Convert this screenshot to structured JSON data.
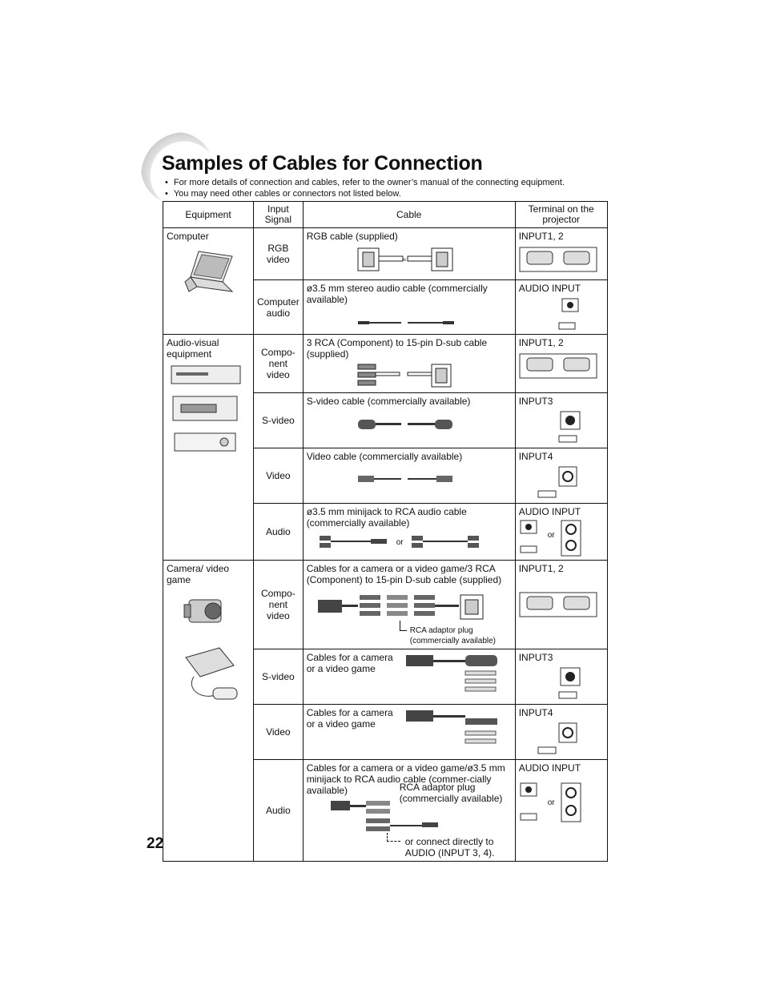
{
  "page": {
    "title": "Samples of Cables for Connection",
    "bullets": [
      "For more details of connection and cables, refer to the owner’s manual of the connecting equipment.",
      "You may need other cables or connectors not listed below."
    ],
    "page_number": "22"
  },
  "table": {
    "headers": {
      "equipment": "Equipment",
      "input_signal": "Input Signal",
      "cable": "Cable",
      "terminal": "Terminal on the projector"
    },
    "equipment": {
      "computer": "Computer",
      "av": "Audio-visual equipment",
      "camera": "Camera/ video game"
    },
    "rows": {
      "rgb": {
        "signal": "RGB video",
        "cable": "RGB cable (supplied)",
        "terminal": "INPUT1, 2"
      },
      "comp_audio": {
        "signal": "Computer audio",
        "cable": "ø3.5 mm stereo audio cable (commercially available)",
        "terminal": "AUDIO INPUT"
      },
      "av_comp": {
        "signal": "Compo-nent video",
        "cable": "3 RCA (Component) to 15-pin D-sub cable (supplied)",
        "terminal": "INPUT1, 2"
      },
      "av_svideo": {
        "signal": "S-video",
        "cable": "S-video cable (commercially available)",
        "terminal": "INPUT3"
      },
      "av_video": {
        "signal": "Video",
        "cable": "Video cable (commercially available)",
        "terminal": "INPUT4"
      },
      "av_audio": {
        "signal": "Audio",
        "cable": "ø3.5 mm minijack to RCA audio cable (commercially available)",
        "terminal": "AUDIO INPUT",
        "or": "or",
        "terminal_or": "or"
      },
      "cam_comp": {
        "signal": "Compo-nent video",
        "cable": "Cables for a camera or a video game/3 RCA (Component) to 15-pin D-sub cable (supplied)",
        "terminal": "INPUT1, 2",
        "adaptor": "RCA adaptor plug (commercially available)"
      },
      "cam_svideo": {
        "signal": "S-video",
        "cable": "Cables for a camera or a video game",
        "terminal": "INPUT3"
      },
      "cam_video": {
        "signal": "Video",
        "cable": "Cables for a camera or a video game",
        "terminal": "INPUT4"
      },
      "cam_audio": {
        "signal": "Audio",
        "cable": "Cables for a camera or a video game/ø3.5 mm minijack to RCA audio cable (commer-cially available)",
        "terminal": "AUDIO INPUT",
        "adaptor": "RCA adaptor plug (commercially available)",
        "direct": "or connect directly to AUDIO (INPUT 3, 4).",
        "terminal_or": "or"
      }
    }
  }
}
